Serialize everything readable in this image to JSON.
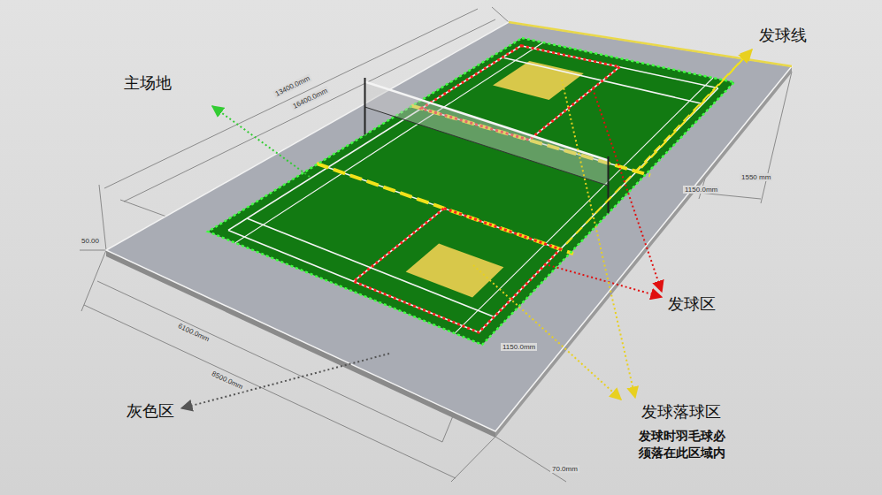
{
  "diagram": {
    "labels": [
      "主场地",
      "发球线",
      "13400.0mm",
      "16400.0mm",
      "1550 mm",
      "1150.0mm",
      "50.00",
      "发球区",
      "6100.0mm",
      "8500.0mm",
      "1150.0mm",
      "灰色区",
      "发球落球区",
      "发球时羽毛球必须落在此区域内",
      "70.0mm"
    ]
  }
}
